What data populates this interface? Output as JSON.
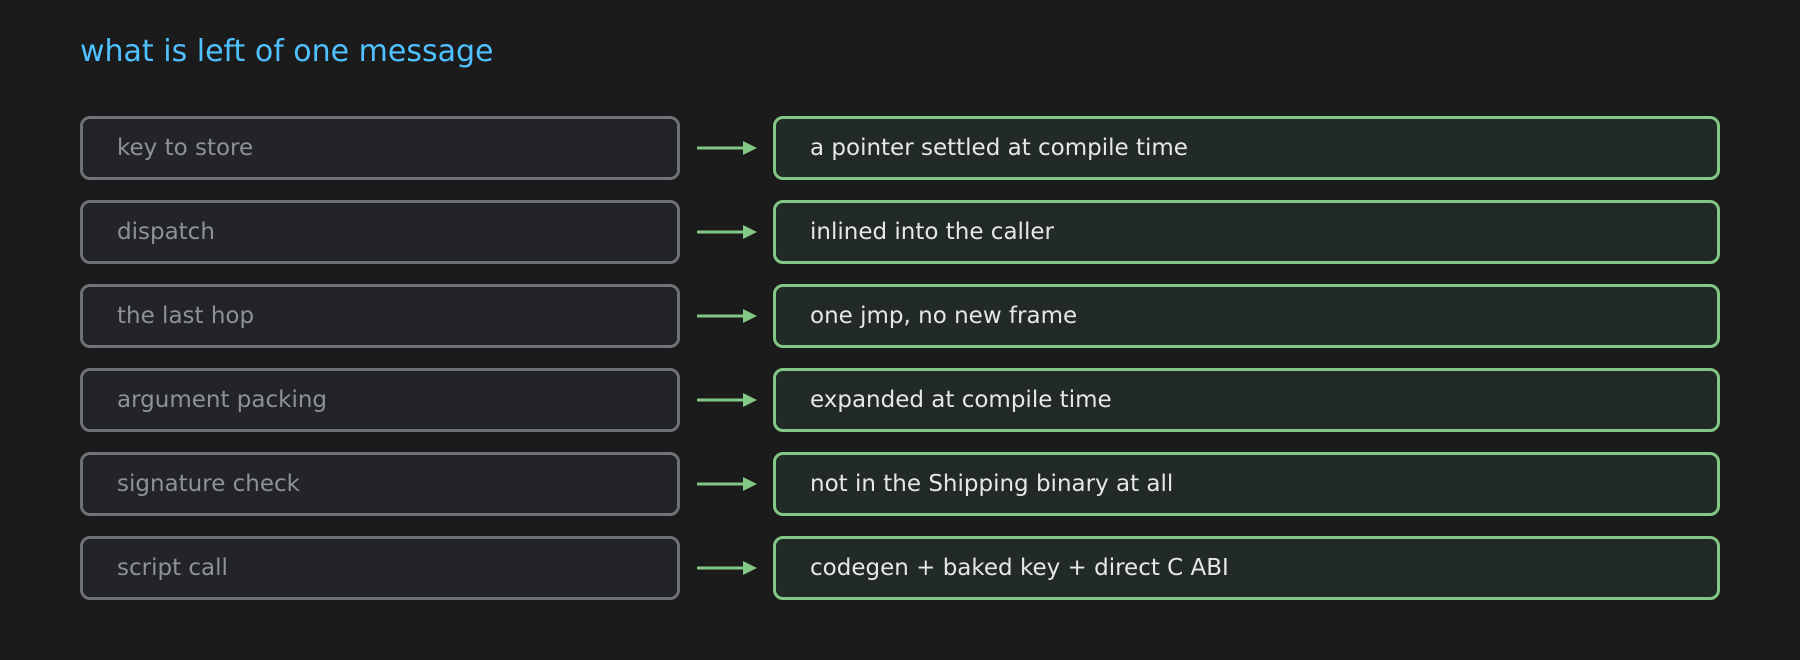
{
  "title": "what is left of one message",
  "colors": {
    "background": "#1b1b1c",
    "title": "#4fc1ff",
    "left_border": "#6e7277",
    "left_text": "#8e9297",
    "right_border": "#82c785",
    "right_text": "#e6e8e6",
    "arrow": "#82c785"
  },
  "rows": [
    {
      "from": "key to store",
      "to": "a pointer settled at compile time"
    },
    {
      "from": "dispatch",
      "to": "inlined into the caller"
    },
    {
      "from": "the last hop",
      "to": "one jmp, no new frame"
    },
    {
      "from": "argument packing",
      "to": "expanded at compile time"
    },
    {
      "from": "signature check",
      "to": "not in the Shipping binary at all"
    },
    {
      "from": "script call",
      "to": "codegen + baked key + direct C ABI"
    }
  ]
}
